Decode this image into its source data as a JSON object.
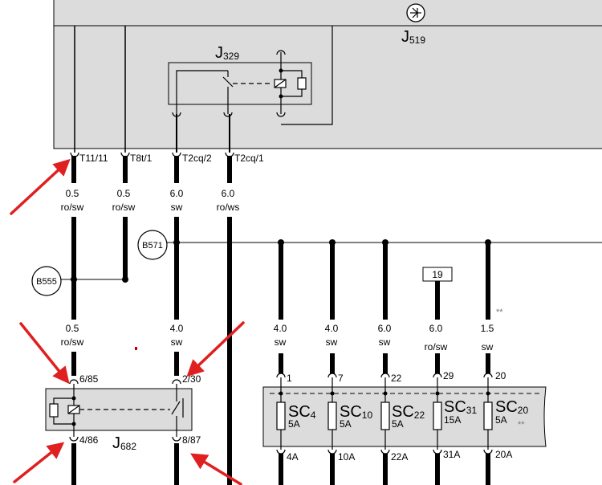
{
  "components": {
    "j519": {
      "letter": "J",
      "sub": "519"
    },
    "j329": {
      "letter": "J",
      "sub": "329"
    },
    "j682": {
      "letter": "J",
      "sub": "682"
    }
  },
  "connectors": {
    "t11_11": "T11/11",
    "t8t_1": "T8t/1",
    "t2cq_2": "T2cq/2",
    "t2cq_1": "T2cq/1"
  },
  "wires_upper": [
    {
      "size": "0.5",
      "color": "ro/sw"
    },
    {
      "size": "0.5",
      "color": "ro/sw"
    },
    {
      "size": "6.0",
      "color": "sw"
    },
    {
      "size": "6.0",
      "color": "ro/ws"
    }
  ],
  "wires_lower": [
    {
      "size": "0.5",
      "color": "ro/sw"
    },
    {
      "size": "4.0",
      "color": "sw"
    }
  ],
  "wires_right": [
    {
      "size": "4.0",
      "color": "sw"
    },
    {
      "size": "4.0",
      "color": "sw"
    },
    {
      "size": "6.0",
      "color": "sw"
    },
    {
      "size": "6.0",
      "color": "ro/sw"
    },
    {
      "size": "1.5",
      "color": "sw"
    }
  ],
  "junctions": {
    "b571": "B571",
    "b555": "B555"
  },
  "ref_box": "19",
  "double_star": "**",
  "relay_pins": {
    "top_left": "6/85",
    "top_right": "2/30",
    "bot_left": "4/86",
    "bot_right": "8/87"
  },
  "fuses": [
    {
      "name": "SC",
      "sub": "4",
      "rating": "5A",
      "pin_top": "1",
      "pin_bot": "4A"
    },
    {
      "name": "SC",
      "sub": "10",
      "rating": "5A",
      "pin_top": "7",
      "pin_bot": "10A"
    },
    {
      "name": "SC",
      "sub": "22",
      "rating": "5A",
      "pin_top": "22",
      "pin_bot": "22A"
    },
    {
      "name": "SC",
      "sub": "31",
      "rating": "15A",
      "pin_top": "29",
      "pin_bot": "31A"
    },
    {
      "name": "SC",
      "sub": "20",
      "rating": "5A",
      "pin_top": "20",
      "pin_bot": "20A"
    }
  ],
  "fuse_note": "**",
  "colors": {
    "panel": "#dcdcdc",
    "arrow": "#e02020",
    "wire": "#000000"
  }
}
